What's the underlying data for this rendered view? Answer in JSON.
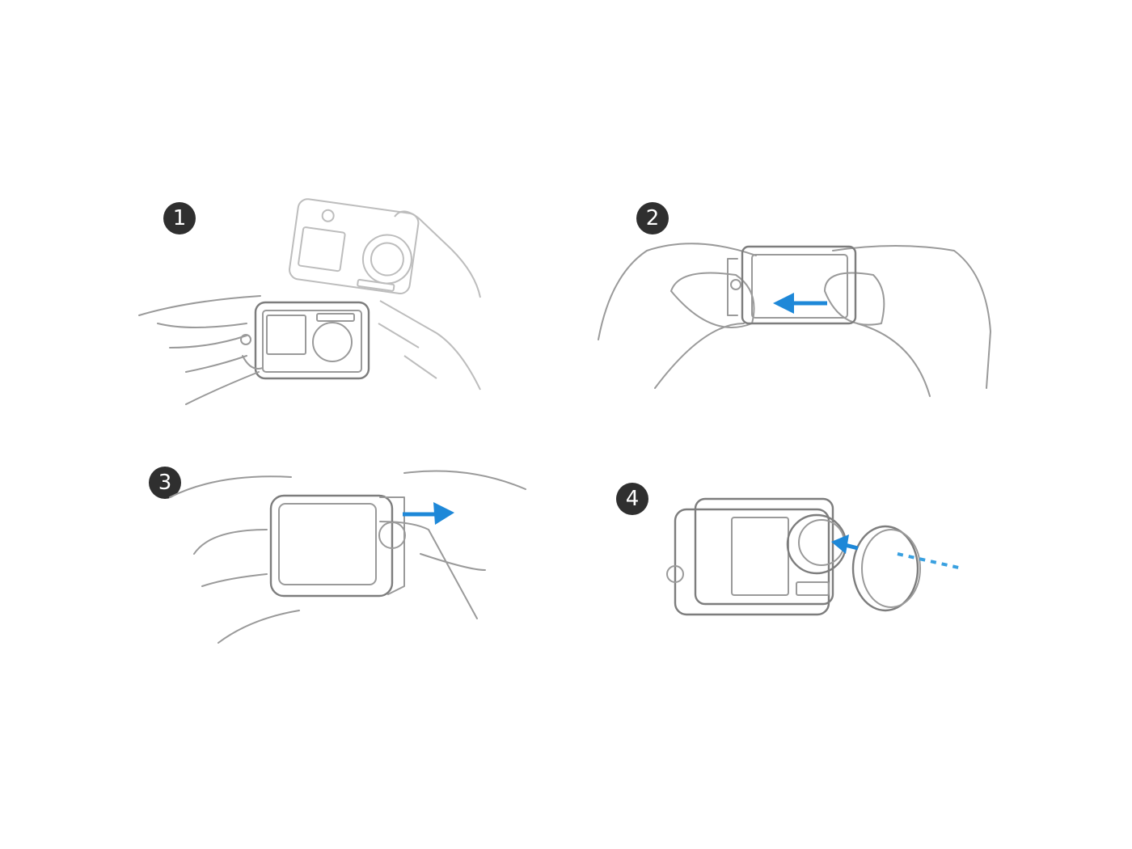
{
  "figure": {
    "description": "Four-step instruction diagram for fitting a silicone case and lens cap onto an action camera",
    "accent_color": "#1e88d8",
    "line_color": "#9a9a9a",
    "badge_color": "#2f2f2f"
  },
  "steps": [
    {
      "number": "1",
      "action": "Insert camera into silicone case",
      "arrow": "none"
    },
    {
      "number": "2",
      "action": "Stretch case over camera front",
      "arrow": "arrow-left-icon"
    },
    {
      "number": "3",
      "action": "Pull case edge over camera",
      "arrow": "arrow-right-icon"
    },
    {
      "number": "4",
      "action": "Attach lens cap onto lens",
      "arrow": "arrow-left-icon"
    }
  ]
}
